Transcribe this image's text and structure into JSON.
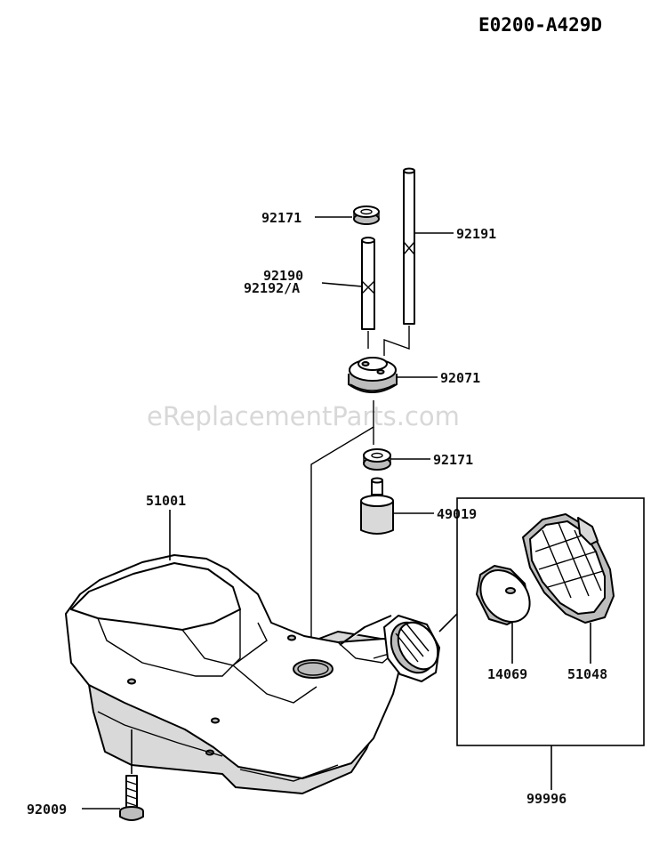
{
  "diagram_id": "E0200-A429D",
  "watermark": "eReplacementParts.com",
  "parts": {
    "p92171_top": "92171",
    "p92191": "92191",
    "p92190": "92190",
    "p92192a": "92192/A",
    "p92071": "92071",
    "p92171_mid": "92171",
    "p49019": "49019",
    "p51001": "51001",
    "p14069": "14069",
    "p51048": "51048",
    "p99996": "99996",
    "p92009": "92009"
  }
}
